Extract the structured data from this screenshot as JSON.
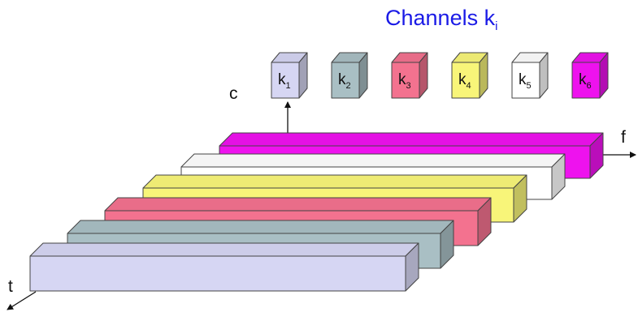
{
  "title": {
    "main": "Channels k",
    "sub": "i",
    "color": "#1a1ae6"
  },
  "axes": {
    "c": "c",
    "f": "f",
    "t": "t"
  },
  "channels": [
    {
      "letter": "k",
      "sub": "1",
      "color": "#d6d6f3"
    },
    {
      "letter": "k",
      "sub": "2",
      "color": "#a9bfc4"
    },
    {
      "letter": "k",
      "sub": "3",
      "color": "#f3728f"
    },
    {
      "letter": "k",
      "sub": "4",
      "color": "#f8f579"
    },
    {
      "letter": "k",
      "sub": "5",
      "color": "#ffffff"
    },
    {
      "letter": "k",
      "sub": "6",
      "color": "#ee12ee"
    }
  ]
}
